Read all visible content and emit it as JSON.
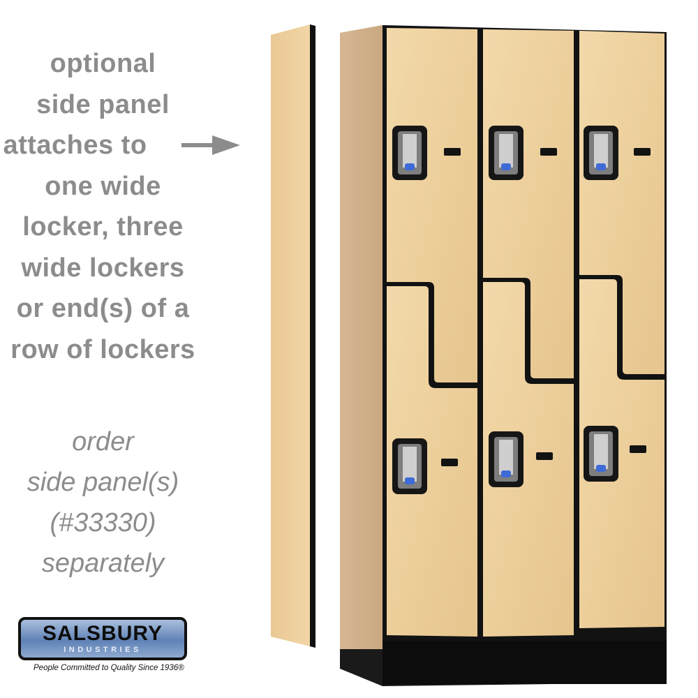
{
  "callout": {
    "lines": [
      "optional",
      "side panel",
      "attaches to",
      "one wide",
      "locker, three",
      "wide lockers",
      "or end(s) of a",
      "row of lockers"
    ],
    "arrow_icon": "right-arrow-icon"
  },
  "order_note": {
    "lines": [
      "order",
      "side panel(s)",
      "(#33330)",
      "separately"
    ]
  },
  "logo": {
    "brand": "SALSBURY",
    "sub": "INDUSTRIES",
    "tagline": "People Committed to Quality Since 1936®"
  },
  "colors": {
    "text_gray": "#8c8c8c",
    "maple": "#f0d3a0",
    "edge_black": "#111111",
    "logo_blue": "#5f82b6"
  }
}
